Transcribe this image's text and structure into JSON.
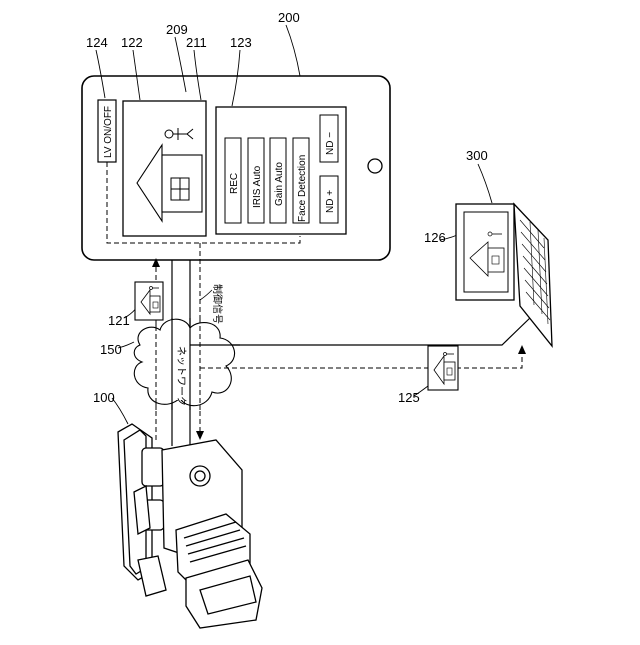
{
  "refs": {
    "camera": "100",
    "live_view_on_device": "121",
    "live_view_region": "122",
    "button_panel": "123",
    "lv_toggle": "124",
    "live_view_sent": "125",
    "live_view_on_pc": "126",
    "network": "150",
    "tablet": "200",
    "boundary_a": "209",
    "boundary_b": "211",
    "pc": "300"
  },
  "buttons": {
    "lv_toggle": "LV ON/OFF",
    "rec": "REC",
    "iris": "IRIS Auto",
    "gain": "Gain Auto",
    "face": "Face Detection",
    "nd_plus": "ND +",
    "nd_minus": "ND −"
  },
  "labels": {
    "network": "ネットワーク",
    "control_signal": "制御信号"
  }
}
